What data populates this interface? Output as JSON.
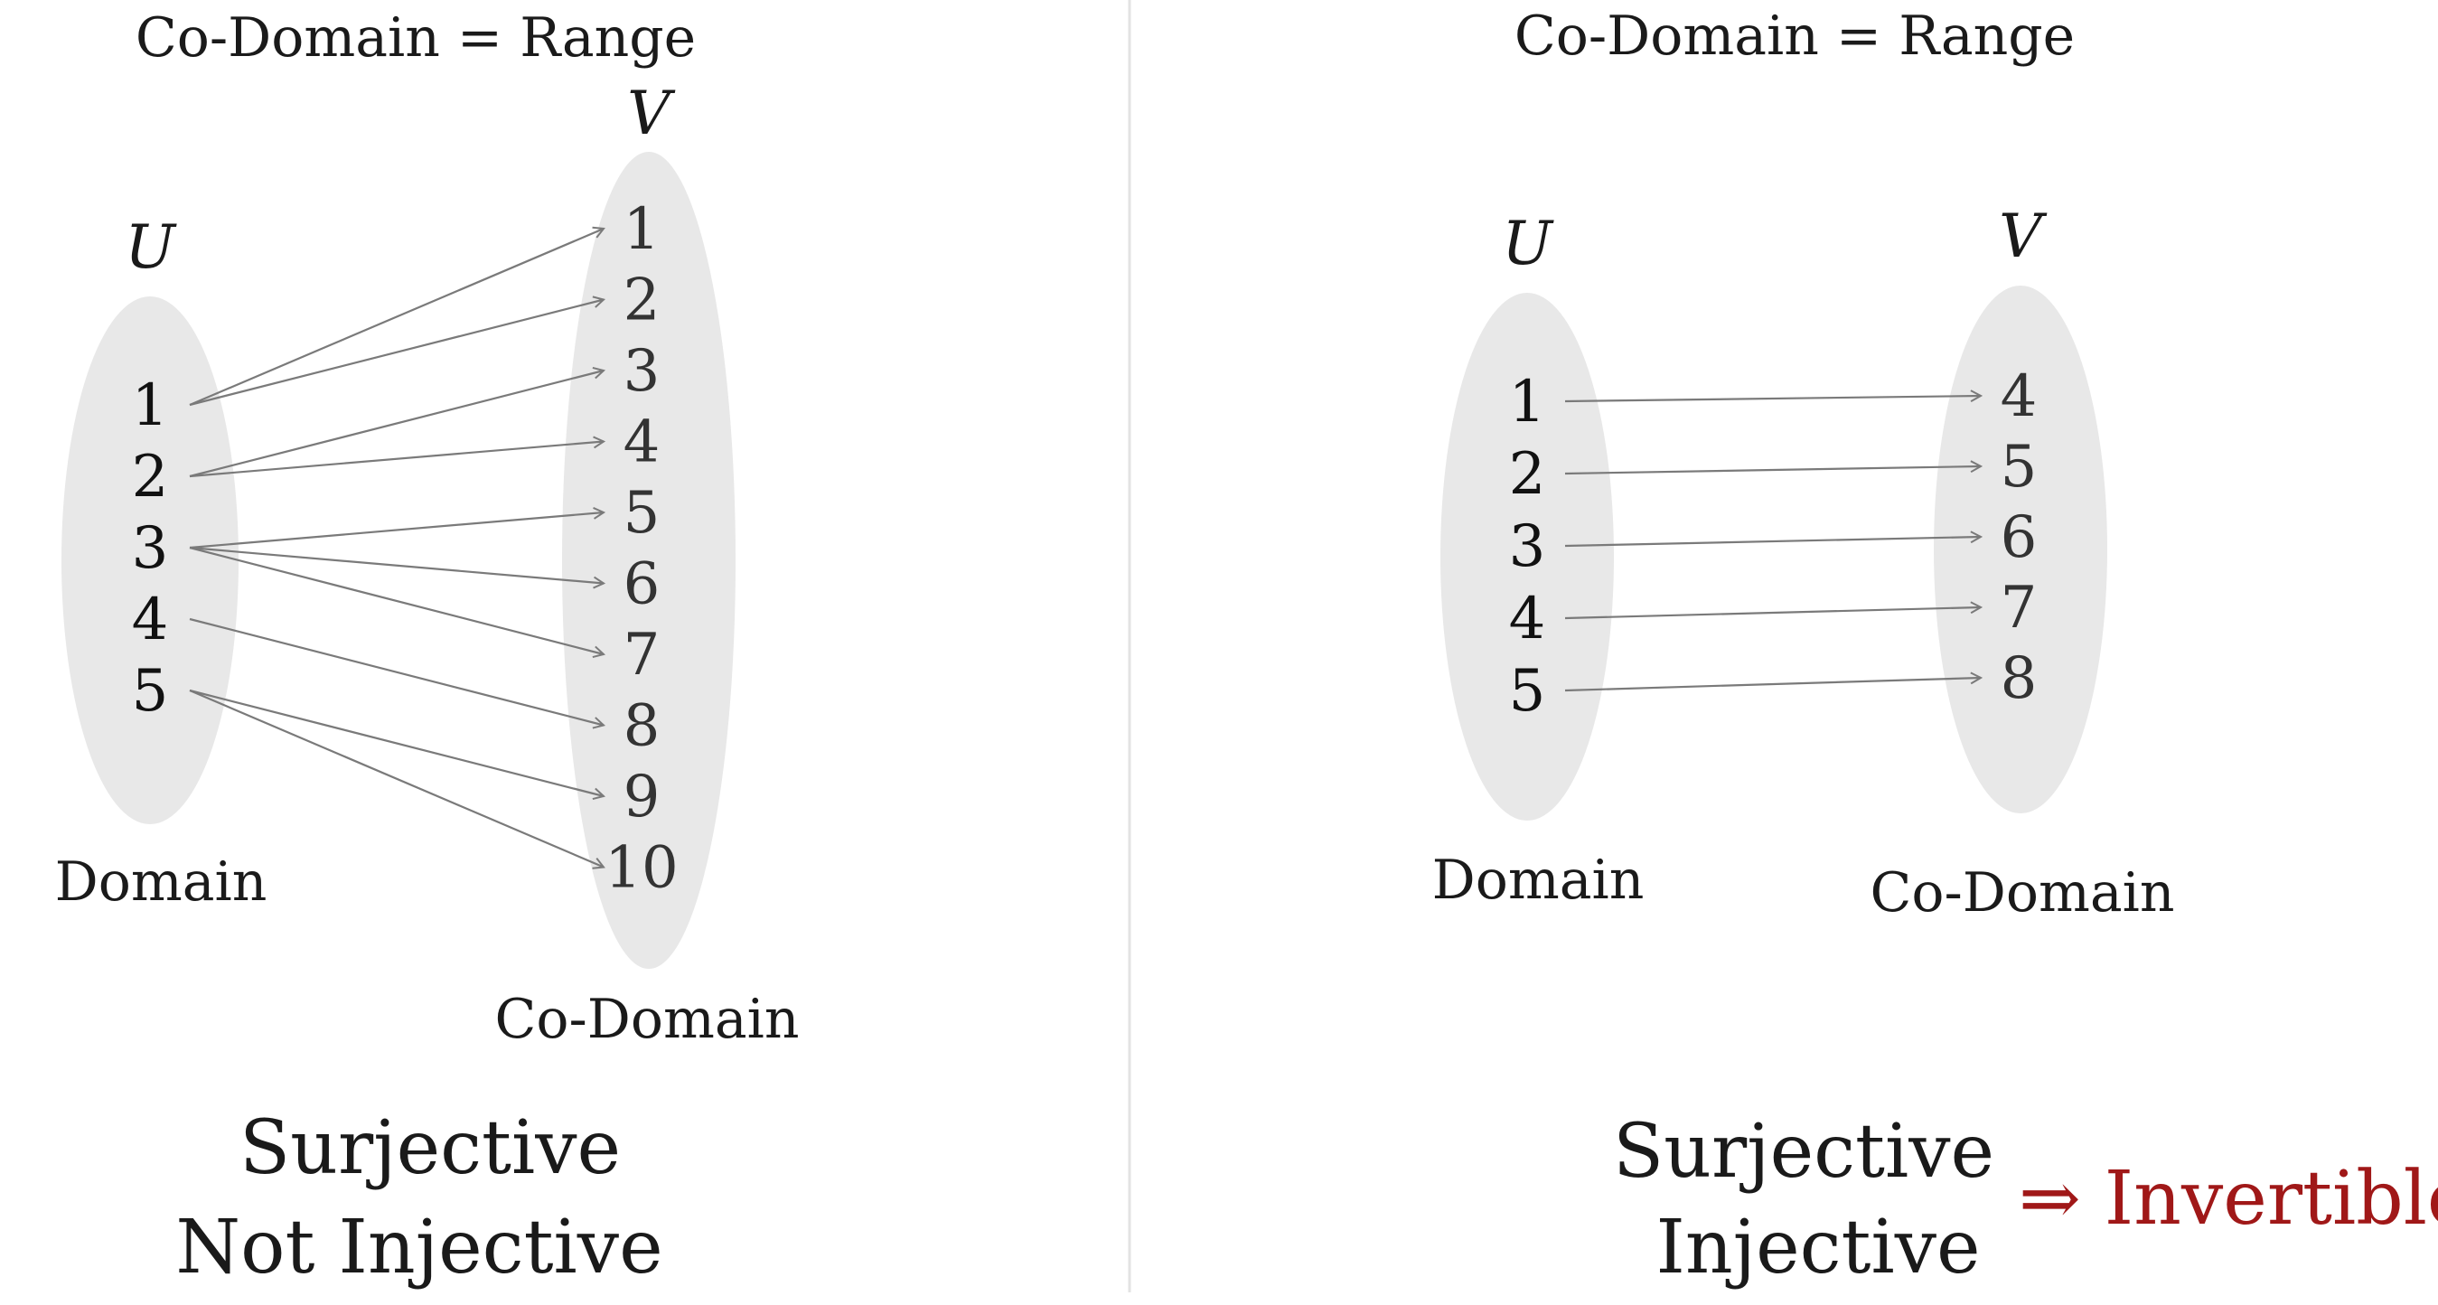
{
  "colors": {
    "ellipse": "#e8e8e8",
    "arrow": "#7a7a7a",
    "divider": "#e3e3e3",
    "accent": "#a01818"
  },
  "left": {
    "header": "Co-Domain = Range",
    "domain_set": "U",
    "codomain_set": "V",
    "domain_label": "Domain",
    "codomain_label": "Co-Domain",
    "domain_elements": [
      "1",
      "2",
      "3",
      "4",
      "5"
    ],
    "codomain_elements": [
      "1",
      "2",
      "3",
      "4",
      "5",
      "6",
      "7",
      "8",
      "9",
      "10"
    ],
    "mapping": [
      [
        1,
        1
      ],
      [
        1,
        2
      ],
      [
        2,
        3
      ],
      [
        2,
        4
      ],
      [
        3,
        5
      ],
      [
        3,
        6
      ],
      [
        3,
        7
      ],
      [
        4,
        8
      ],
      [
        5,
        9
      ],
      [
        5,
        10
      ]
    ],
    "verdict_line1": "Surjective",
    "verdict_line2": "Not Injective"
  },
  "right": {
    "header": "Co-Domain = Range",
    "domain_set": "U",
    "codomain_set": "V",
    "domain_label": "Domain",
    "codomain_label": "Co-Domain",
    "domain_elements": [
      "1",
      "2",
      "3",
      "4",
      "5"
    ],
    "codomain_elements": [
      "4",
      "5",
      "6",
      "7",
      "8"
    ],
    "mapping": [
      [
        1,
        4
      ],
      [
        2,
        5
      ],
      [
        3,
        6
      ],
      [
        4,
        7
      ],
      [
        5,
        8
      ]
    ],
    "verdict_line1": "Surjective",
    "verdict_line2": "Injective",
    "conclusion": "⇒ Invertible"
  }
}
